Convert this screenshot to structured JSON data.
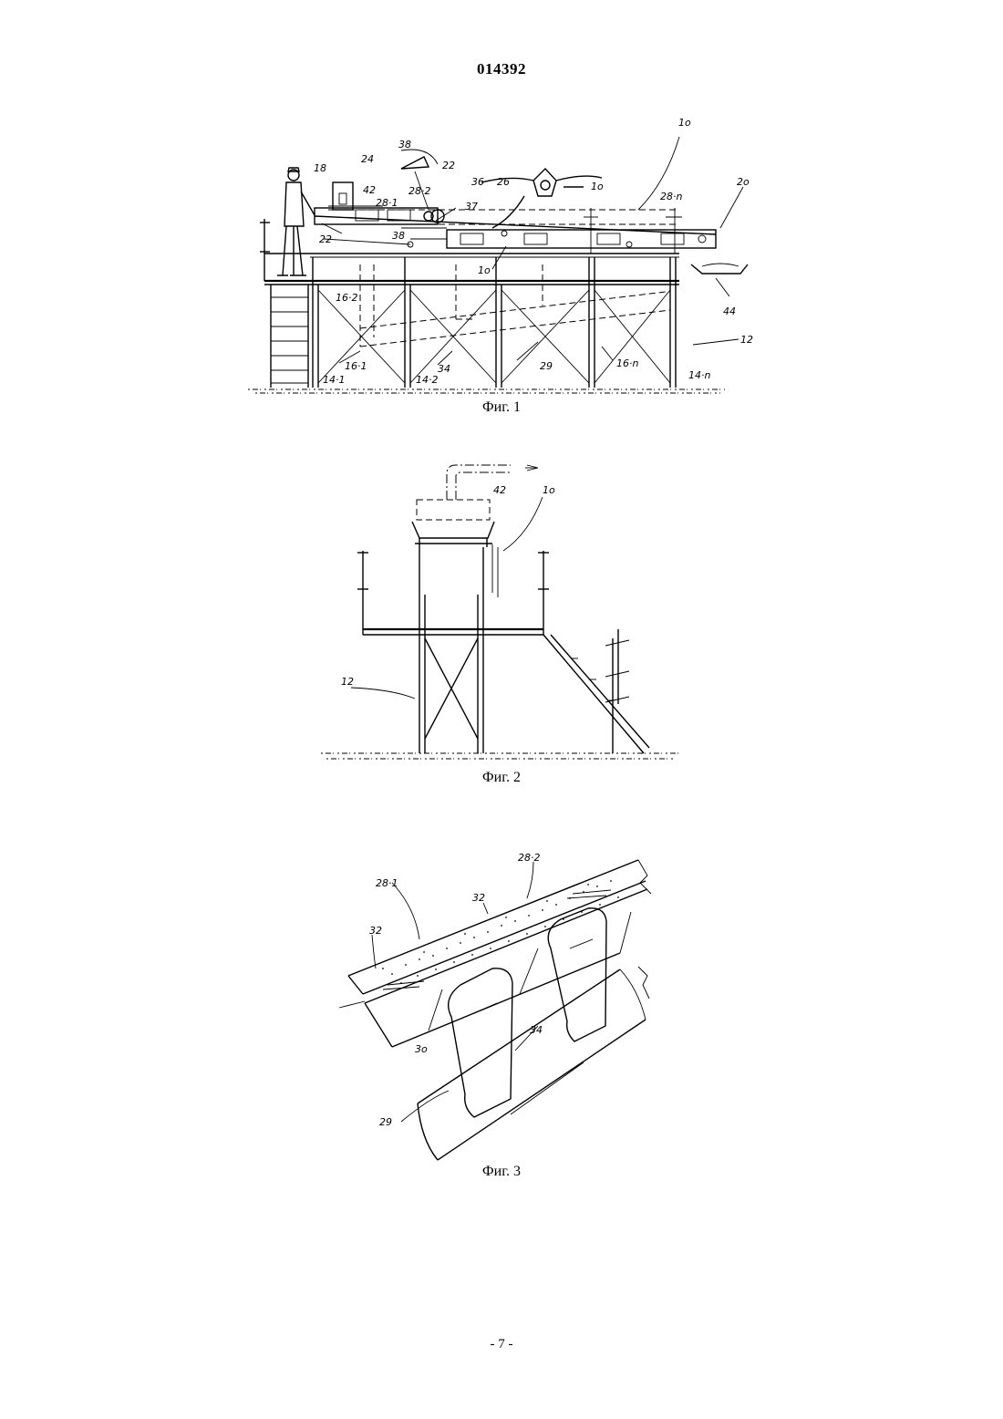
{
  "document": {
    "patent_number": "014392",
    "page_number": "- 7 -"
  },
  "figures": {
    "fig1": {
      "caption": "Фиг. 1",
      "labels": {
        "l10a": "1о",
        "l10b": "1о",
        "l10c": "1о",
        "l18": "18",
        "l20": "2о",
        "l22a": "22",
        "l22b": "22",
        "l24": "24",
        "l26": "26",
        "l28_1": "28·1",
        "l28_2": "28·2",
        "l28_n": "28·n",
        "l29": "29",
        "l34": "34",
        "l36": "36",
        "l37": "37",
        "l38a": "38",
        "l38b": "38",
        "l42": "42",
        "l44": "44",
        "l12": "12",
        "l14_1": "14·1",
        "l14_2": "14·2",
        "l14_n": "14·n",
        "l16_1": "16·1",
        "l16_2": "16·2",
        "l16_n": "16·n"
      }
    },
    "fig2": {
      "caption": "Фиг. 2",
      "labels": {
        "l42": "42",
        "l10": "1о",
        "l12": "12"
      }
    },
    "fig3": {
      "caption": "Фиг. 3",
      "labels": {
        "l28_1": "28·1",
        "l28_2": "28·2",
        "l32a": "32",
        "l32b": "32",
        "l34": "34",
        "l30": "3о",
        "l29": "29"
      }
    }
  }
}
